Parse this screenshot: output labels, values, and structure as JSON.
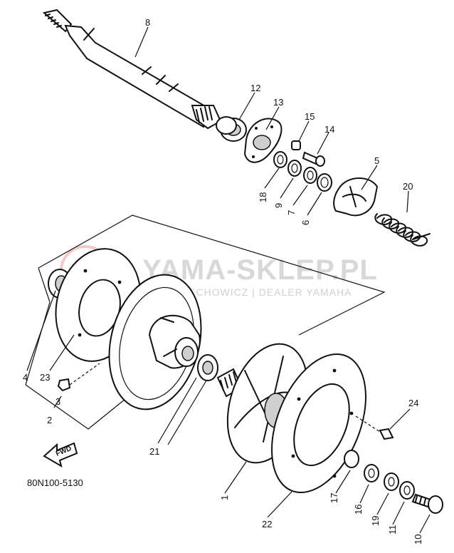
{
  "watermark": {
    "main": "YAMA-SKLEP.PL",
    "sub": "WOJCIECHOWICZ | DEALER YAMAHA"
  },
  "diagram_code": "80N100-5130",
  "fwd_label": "FWD",
  "parts": [
    {
      "id": "p8",
      "label": "8"
    },
    {
      "id": "p12",
      "label": "12"
    },
    {
      "id": "p13",
      "label": "13"
    },
    {
      "id": "p15",
      "label": "15"
    },
    {
      "id": "p14",
      "label": "14"
    },
    {
      "id": "p5",
      "label": "5"
    },
    {
      "id": "p20",
      "label": "20"
    },
    {
      "id": "p18",
      "label": "18"
    },
    {
      "id": "p9",
      "label": "9"
    },
    {
      "id": "p7",
      "label": "7"
    },
    {
      "id": "p6",
      "label": "6"
    },
    {
      "id": "p4",
      "label": "4"
    },
    {
      "id": "p23",
      "label": "23"
    },
    {
      "id": "p3",
      "label": "3"
    },
    {
      "id": "p2",
      "label": "2"
    },
    {
      "id": "p21",
      "label": "21"
    },
    {
      "id": "p1",
      "label": "1"
    },
    {
      "id": "p24",
      "label": "24"
    },
    {
      "id": "p17",
      "label": "17"
    },
    {
      "id": "p16",
      "label": "16"
    },
    {
      "id": "p19",
      "label": "19"
    },
    {
      "id": "p11",
      "label": "11"
    },
    {
      "id": "p10",
      "label": "10"
    },
    {
      "id": "p22",
      "label": "22"
    }
  ]
}
